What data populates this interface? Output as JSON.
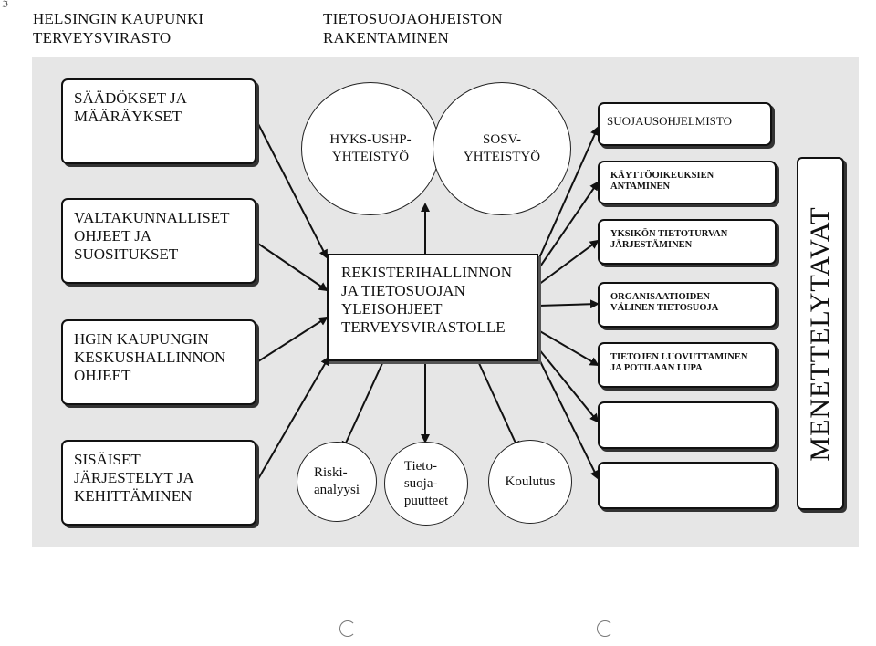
{
  "header": {
    "org_line1": "HELSINGIN KAUPUNKI",
    "org_line2": "TERVEYSVIRASTO",
    "title_line1": "TIETOSUOJAOHJEISTON",
    "title_line2": "RAKENTAMINEN"
  },
  "left_boxes": [
    {
      "lines": [
        "SÄÄDÖKSET JA",
        "MÄÄRÄYKSET"
      ]
    },
    {
      "lines": [
        "VALTAKUNNALLISET",
        "OHJEET JA",
        "SUOSITUKSET"
      ]
    },
    {
      "lines": [
        "HGIN KAUPUNGIN",
        "KESKUSHALLINNON",
        "OHJEET"
      ]
    },
    {
      "lines": [
        "SISÄISET",
        "JÄRJESTELYT JA",
        "KEHITTÄMINEN"
      ]
    }
  ],
  "top_circles": [
    {
      "lines": [
        "HYKS-USHP-",
        "YHTEISTYÖ"
      ]
    },
    {
      "lines": [
        "SOSV-",
        "YHTEISTYÖ"
      ]
    }
  ],
  "center": {
    "lines": [
      "REKISTERIHALLINNON",
      "JA TIETOSUOJAN",
      "YLEISOHJEET",
      "TERVEYSVIRASTOLLE"
    ]
  },
  "bottom_circles": [
    {
      "lines": [
        "Riski-",
        "analyysi"
      ]
    },
    {
      "lines": [
        "Tieto-",
        "suoja-",
        "puutteet"
      ]
    },
    {
      "lines": [
        "Koulutus"
      ]
    }
  ],
  "right_boxes": [
    {
      "lines": [
        "SUOJAUSOHJELMISTO"
      ]
    },
    {
      "lines": [
        "KÄYTTÖOIKEUKSIEN",
        "ANTAMINEN"
      ]
    },
    {
      "lines": [
        "YKSIKÖN TIETOTURVAN",
        "JÄRJESTÄMINEN"
      ]
    },
    {
      "lines": [
        "ORGANISAATIOIDEN",
        "VÄLINEN TIETOSUOJA"
      ]
    },
    {
      "lines": [
        "TIETOJEN LUOVUTTAMINEN",
        "JA POTILAAN LUPA"
      ]
    },
    {
      "lines": []
    },
    {
      "lines": []
    }
  ],
  "vertical_label": "MENETTELYTAVAT",
  "colors": {
    "panel": "#e6e6e6",
    "ink": "#111111",
    "box": "#ffffff"
  }
}
